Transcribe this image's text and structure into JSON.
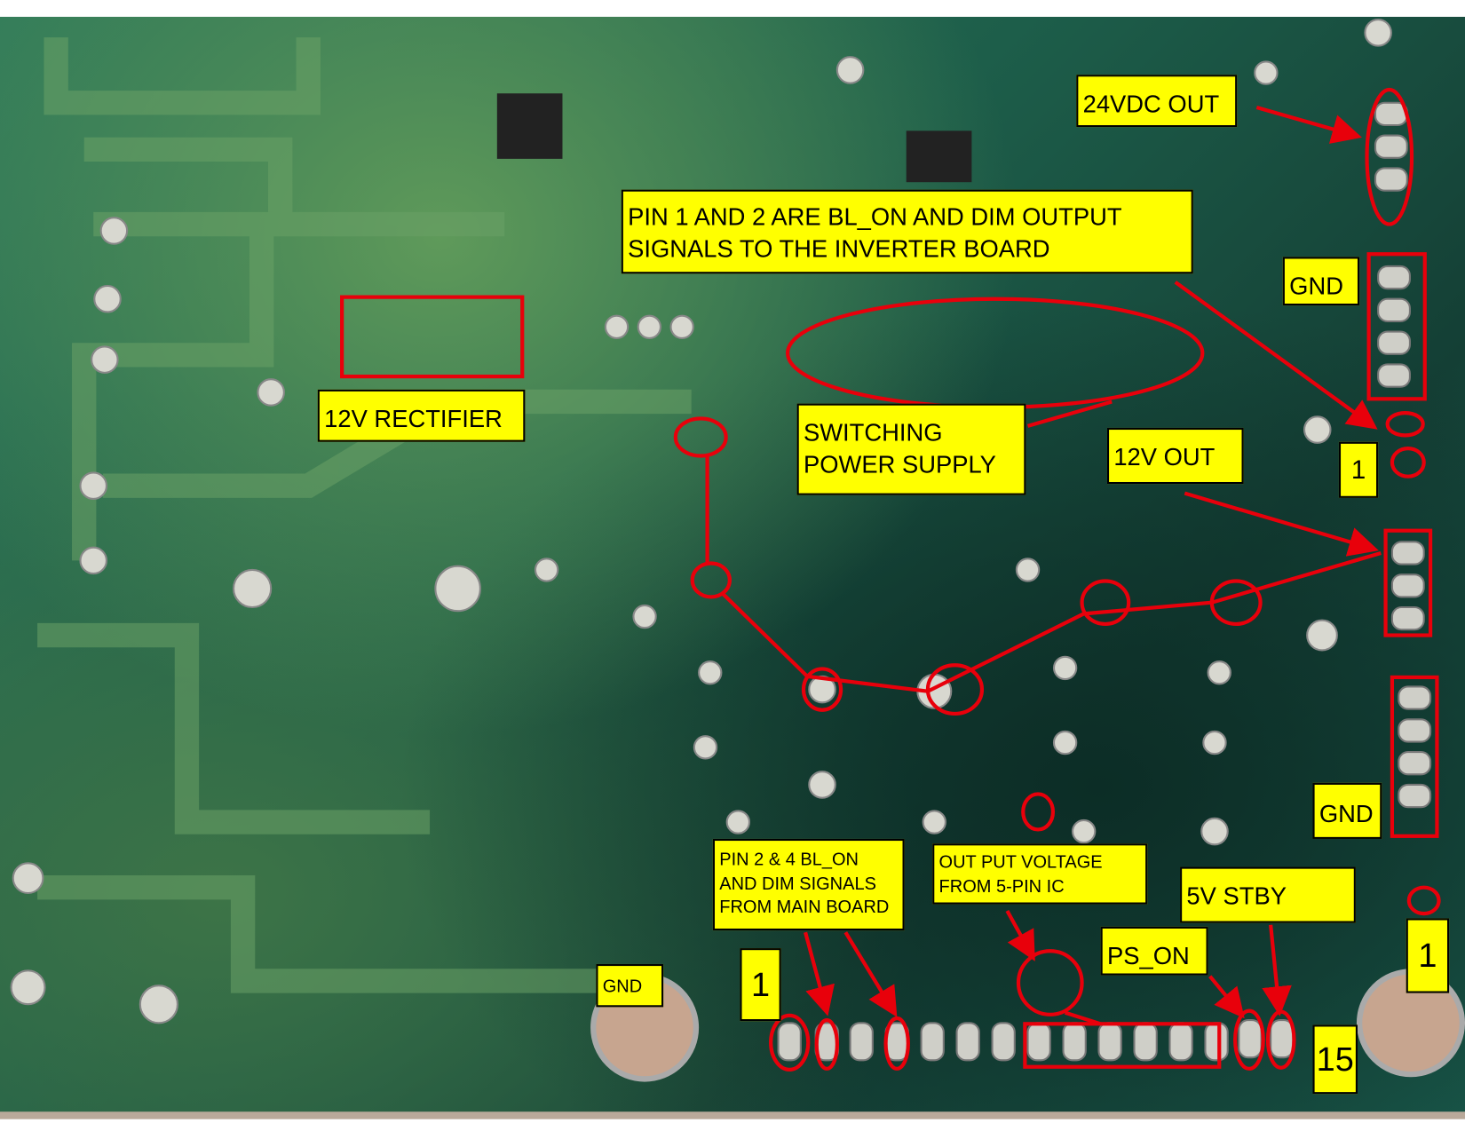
{
  "labels": {
    "vdc24_out": "24VDC OUT",
    "pin12_line1": "PIN 1 AND 2 ARE BL_ON AND DIM OUTPUT",
    "pin12_line2": "SIGNALS TO THE INVERTER BOARD",
    "gnd_top": "GND",
    "rectifier_12v": "12V RECTIFIER",
    "switching_line1": "SWITCHING",
    "switching_line2": "POWER SUPPLY",
    "out_12v": "12V OUT",
    "pin1_right_mid": "1",
    "gnd_right": "GND",
    "pin24_line1": "PIN 2 & 4 BL_ON",
    "pin24_line2": "AND DIM SIGNALS",
    "pin24_line3": "FROM MAIN BOARD",
    "outvolt_line1": "OUT PUT VOLTAGE",
    "outvolt_line2": "FROM 5-PIN IC",
    "stby_5v": "5V STBY",
    "ps_on": "PS_ON",
    "gnd_bottom": "GND",
    "pin1_bottom": "1",
    "pin1_right_bottom": "1",
    "pin15": "15"
  },
  "colors": {
    "label_bg": "#ffff00",
    "annotation": "#e8000b",
    "board": "#1d5e4a"
  }
}
